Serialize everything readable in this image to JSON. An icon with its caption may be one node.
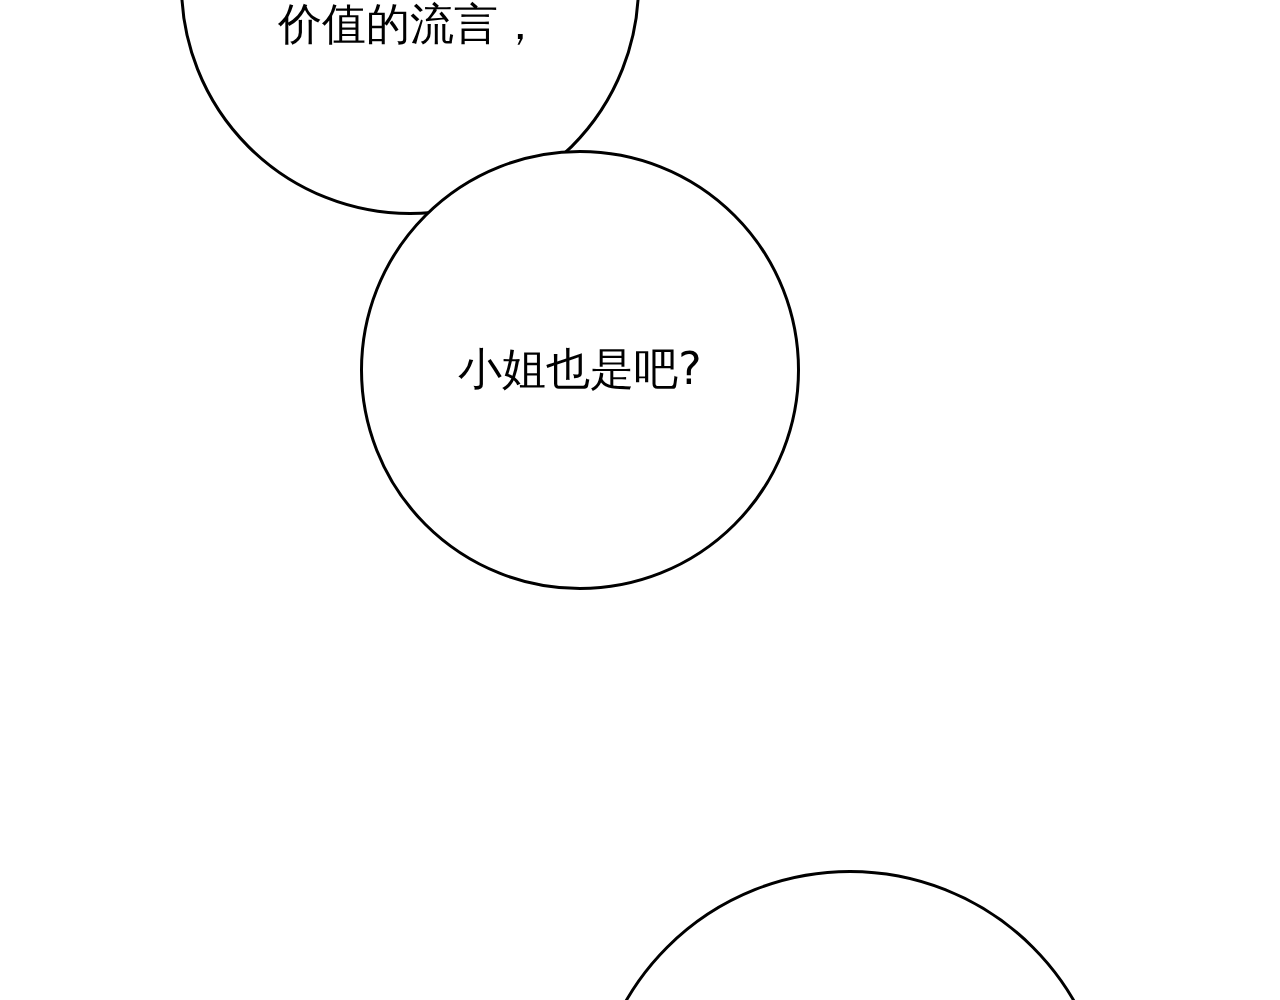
{
  "diagram": {
    "nodes": [
      {
        "text": [
          "价值的流言，"
        ]
      },
      {
        "text": [
          "小姐也是吧?"
        ]
      },
      {
        "text": [],
        "shape": "circle"
      }
    ]
  }
}
